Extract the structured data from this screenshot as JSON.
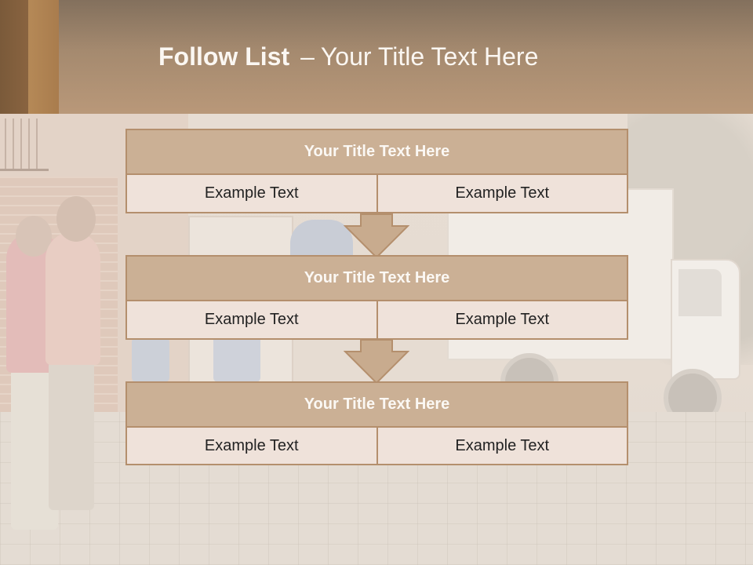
{
  "slide": {
    "title_bold": "Follow List",
    "title_separator": "–",
    "title_rest": "Your Title Text Here"
  },
  "colors": {
    "header": "#a58a6f",
    "block_header": "#cbb095",
    "block_border": "#b48f6d",
    "cell_bg": "#efe2da",
    "arrow": "#c8ab8e"
  },
  "blocks": [
    {
      "title": "Your Title Text Here",
      "cells": [
        "Example Text",
        "Example Text"
      ]
    },
    {
      "title": "Your Title Text Here",
      "cells": [
        "Example Text",
        "Example Text"
      ]
    },
    {
      "title": "Your Title Text Here",
      "cells": [
        "Example Text",
        "Example Text"
      ]
    }
  ]
}
